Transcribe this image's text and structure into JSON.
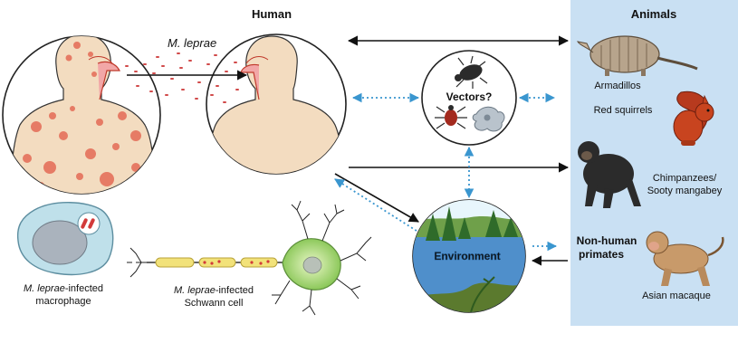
{
  "labels": {
    "human": "Human",
    "m_leprae": "M. leprae",
    "animals": "Animals",
    "armadillos": "Armadillos",
    "red_squirrels": "Red squirrels",
    "chimp_line1": "Chimpanzees/",
    "chimp_line2": "Sooty mangabey",
    "vectors": "Vectors?",
    "environment": "Environment",
    "nhp_line1": "Non-human",
    "nhp_line2": "primates",
    "asian_macaque": "Asian macaque",
    "macrophage_italic": "M. leprae",
    "macrophage_rest": "-infected",
    "macrophage_line2": "macrophage",
    "schwann_italic": "M. leprae",
    "schwann_rest": "-infected",
    "schwann_line2": "Schwann cell"
  },
  "icons": {
    "tick": "tick-icon",
    "beetle": "beetle-icon",
    "amoeba": "amoeba-icon",
    "armadillo": "armadillo-icon",
    "squirrel": "squirrel-icon",
    "chimpanzee": "chimpanzee-icon",
    "macaque": "macaque-icon"
  },
  "colors": {
    "panel": "#c9e0f3",
    "skin": "#f3dcc0",
    "lesion": "#e36a55",
    "arrow_dotted": "#3a96cf",
    "arrow_solid": "#111111"
  }
}
